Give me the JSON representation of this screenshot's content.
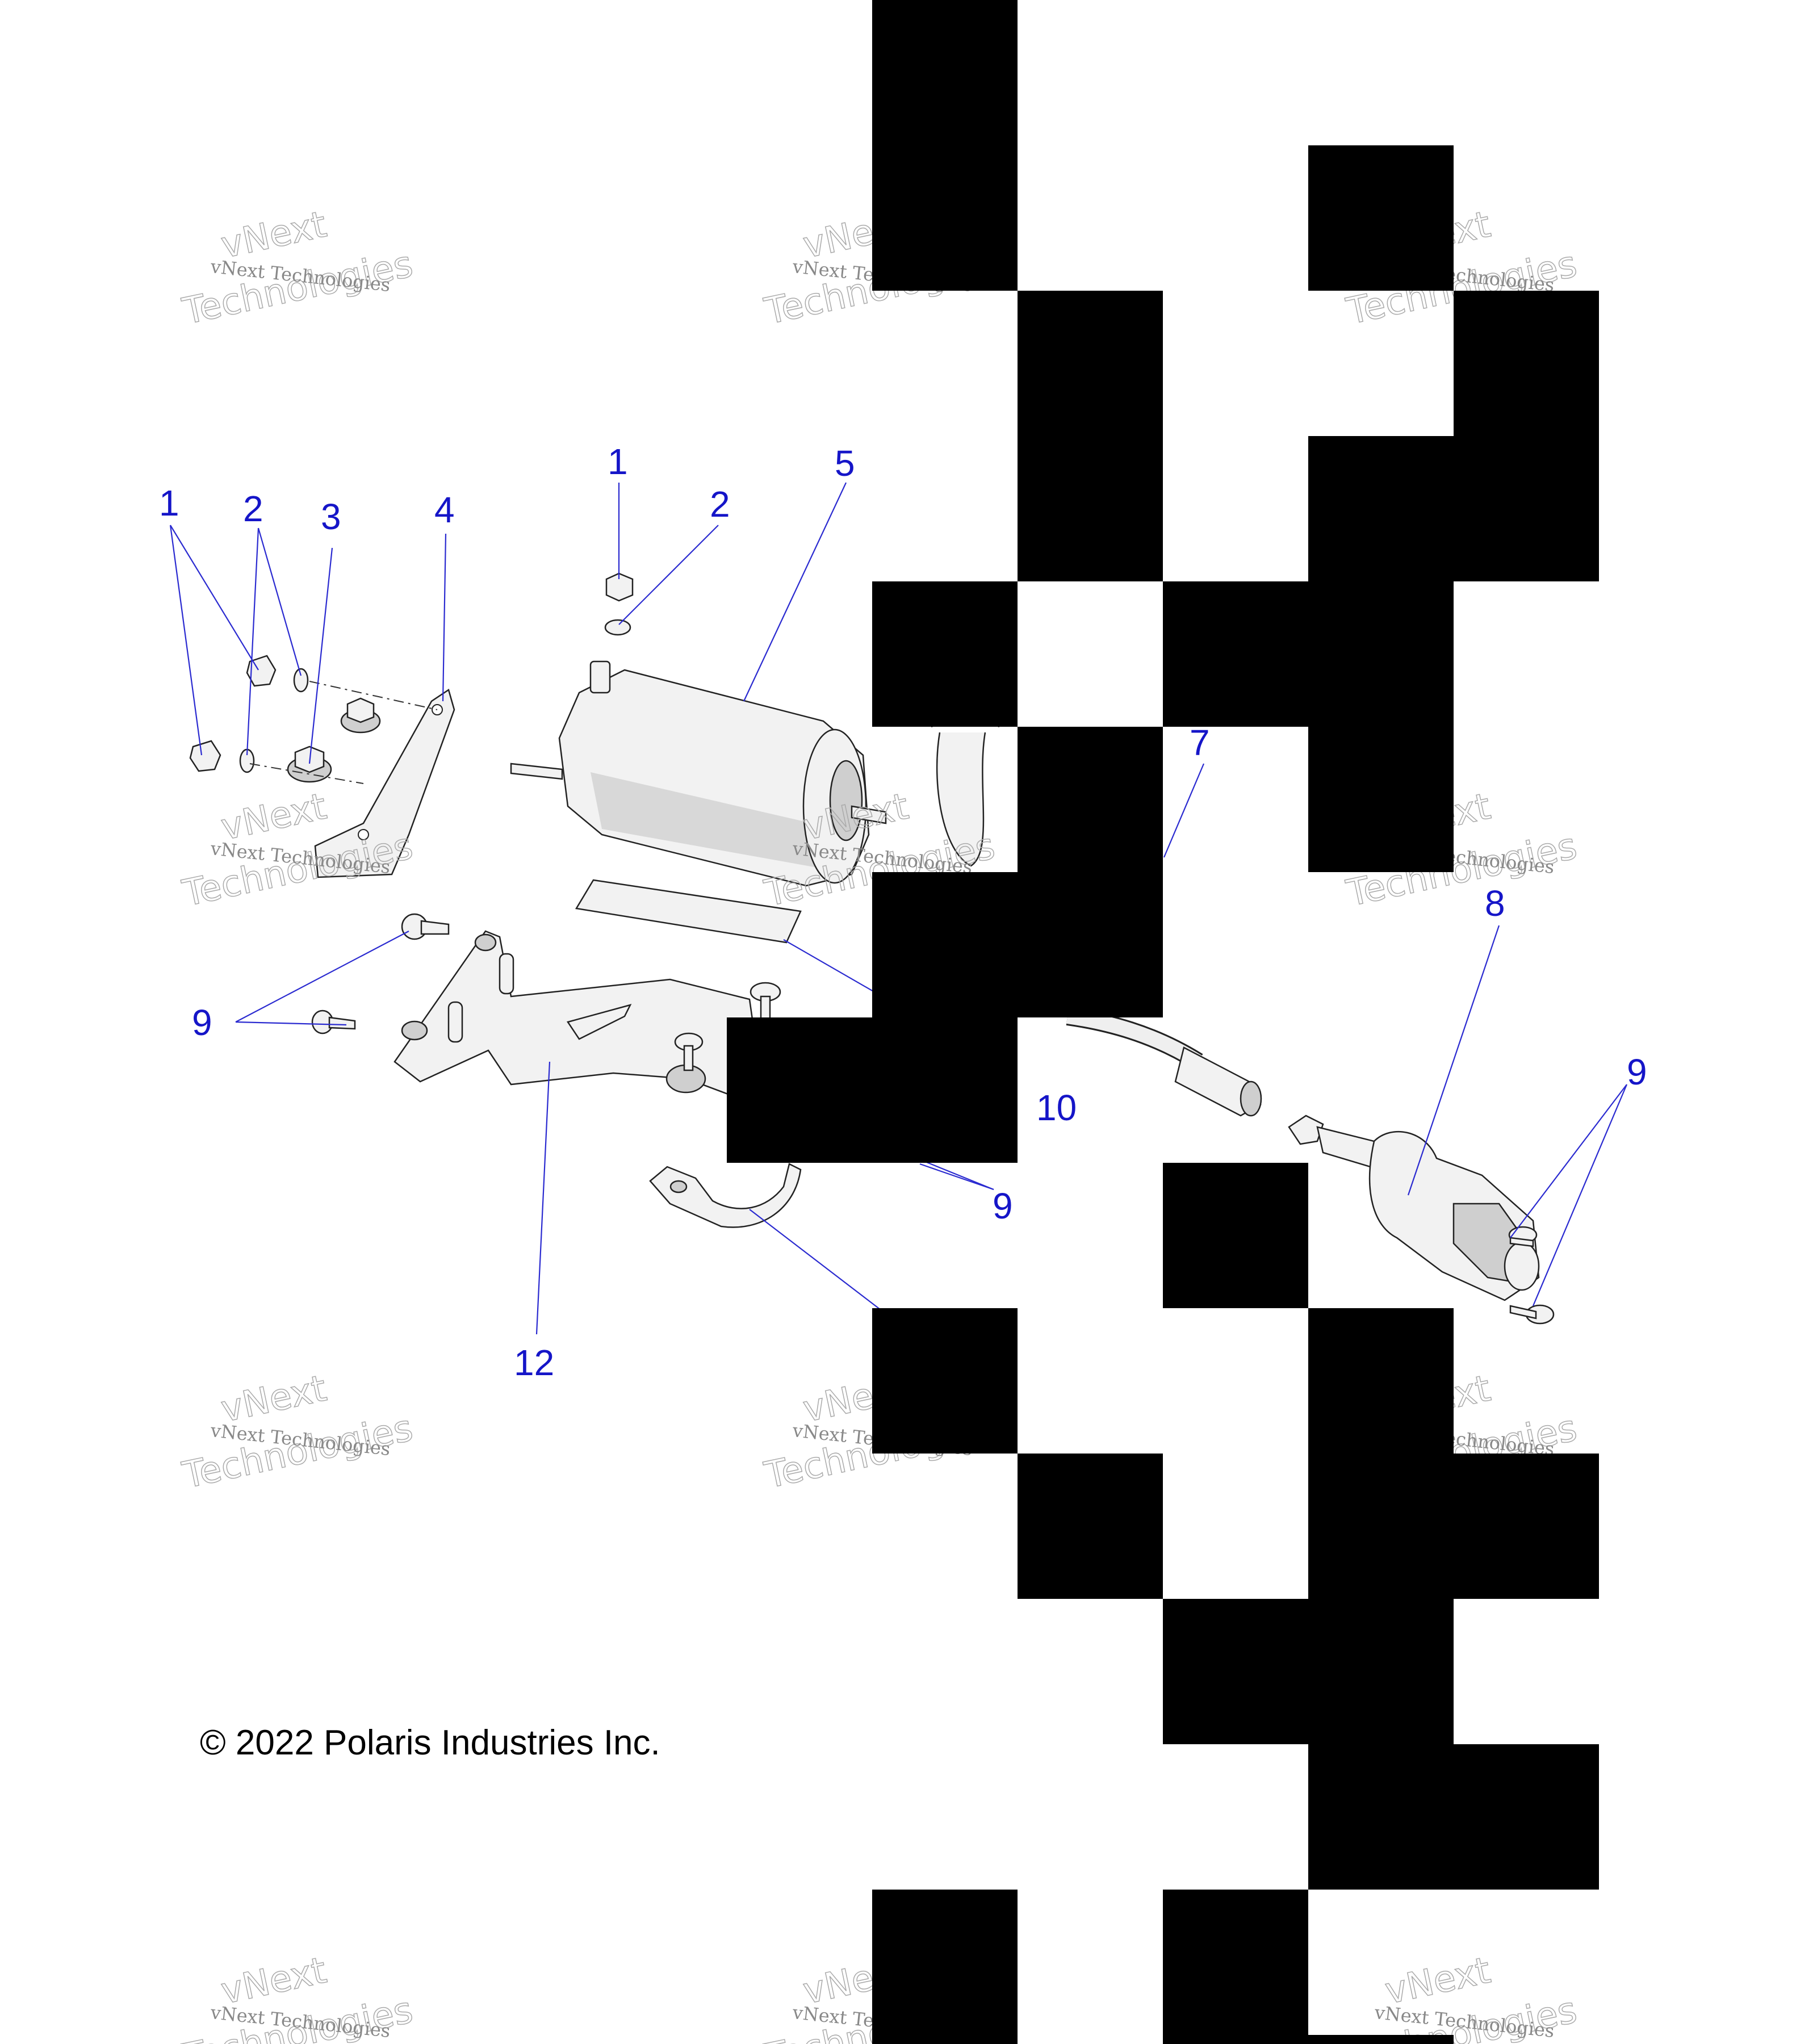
{
  "callouts": [
    {
      "id": "c1a",
      "text": "1"
    },
    {
      "id": "c2a",
      "text": "2"
    },
    {
      "id": "c3",
      "text": "3"
    },
    {
      "id": "c4",
      "text": "4"
    },
    {
      "id": "c1b",
      "text": "1"
    },
    {
      "id": "c2b",
      "text": "2"
    },
    {
      "id": "c5",
      "text": "5"
    },
    {
      "id": "c7",
      "text": "7"
    },
    {
      "id": "c8",
      "text": "8"
    },
    {
      "id": "c9a",
      "text": "9"
    },
    {
      "id": "c9b",
      "text": "9"
    },
    {
      "id": "c9c",
      "text": "9"
    },
    {
      "id": "c10",
      "text": "10"
    },
    {
      "id": "c12",
      "text": "12"
    }
  ],
  "copyright": "© 2022 Polaris Industries Inc.",
  "watermark": {
    "line1": "vNext Technologies",
    "line2a": "vNext",
    "line2b": "Technologies"
  },
  "colors": {
    "callout": "#1515c8",
    "leader": "#2a2ad0",
    "mask": "#000000"
  }
}
